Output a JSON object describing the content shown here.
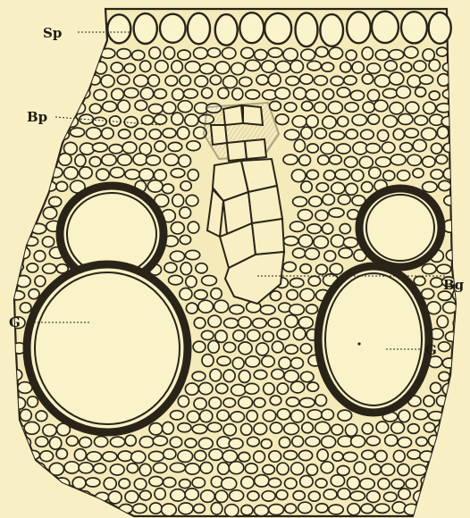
{
  "figure": {
    "background": "#f8f0c4",
    "ink": "#2a2418",
    "labels": {
      "sp": "Sp",
      "bp": "Bp",
      "bg": "Bg",
      "g_left": "G",
      "g_right": "G"
    }
  }
}
